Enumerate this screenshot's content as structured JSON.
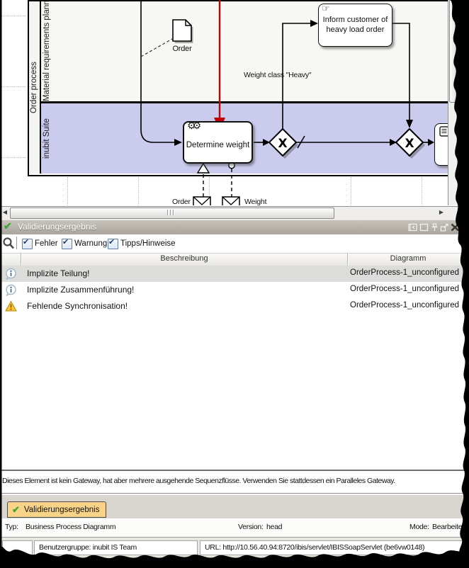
{
  "colors": {
    "lane_highlight": "#cbcbee",
    "red_arrow": "#cc0000",
    "tab_background": "#f9d488",
    "check_green": "#3ba43b",
    "warning_yellow": "#fdc431",
    "info_blue": "#3a6ea5",
    "header_gray": "#aca89f"
  },
  "icons": {
    "validation_check": "✔",
    "manual_task_hand": "☞",
    "service_task_gears": "⚙⚙",
    "gateway_symbol": "X",
    "scroll_left": "◀",
    "scroll_right": "▶",
    "tab_check": "✔"
  },
  "diagram": {
    "pool_label": "Order process",
    "lane1_label": "Material requirements planned",
    "lane2_label": "inubit Suite",
    "order_doc_label": "Order",
    "inform_task_label": "Inform customer of heavy load order",
    "determine_task_label": "Determine weight",
    "flow_label": "Weight class \"Heavy\"",
    "msg_label_left": "Order",
    "msg_label_right": "Weight"
  },
  "panel": {
    "title": "Validierungsergebnis",
    "filters": [
      {
        "label": "Fehler",
        "checked": true
      },
      {
        "label": "Warnung",
        "checked": true
      },
      {
        "label": "Tipps/Hinweise",
        "checked": true
      }
    ],
    "table": {
      "columns": [
        "Beschreibung",
        "Diagramm"
      ],
      "rows": [
        {
          "severity": "info",
          "beschreibung": "Implizite Teilung!",
          "diagramm": "OrderProcess-1_unconfigured",
          "selected": true
        },
        {
          "severity": "info",
          "beschreibung": "Implizite Zusammenführung!",
          "diagramm": "OrderProcess-1_unconfigured",
          "selected": false
        },
        {
          "severity": "warning",
          "beschreibung": "Fehlende Synchronisation!",
          "diagramm": "OrderProcess-1_unconfigured",
          "selected": false
        }
      ]
    },
    "detail_message": "Dieses Element ist kein Gateway, hat aber mehrere ausgehende Sequenzflüsse. Verwenden Sie stattdessen ein Paralleles Gateway.",
    "tab_label": "Validierungsergebnis"
  },
  "status": {
    "typ_label": "Typ:",
    "typ_value": "Business Process Diagramm",
    "version_label": "Version:",
    "version_value": "head",
    "mode_label": "Mode:",
    "mode_value": "Bearbeiten"
  },
  "statusbar": {
    "benutzergruppe": "Benutzergruppe: inubit IS Team",
    "url": "URL: http://10.56.40.94:8720/ibis/servlet/IBISSoapServlet (be6vw0148)"
  }
}
